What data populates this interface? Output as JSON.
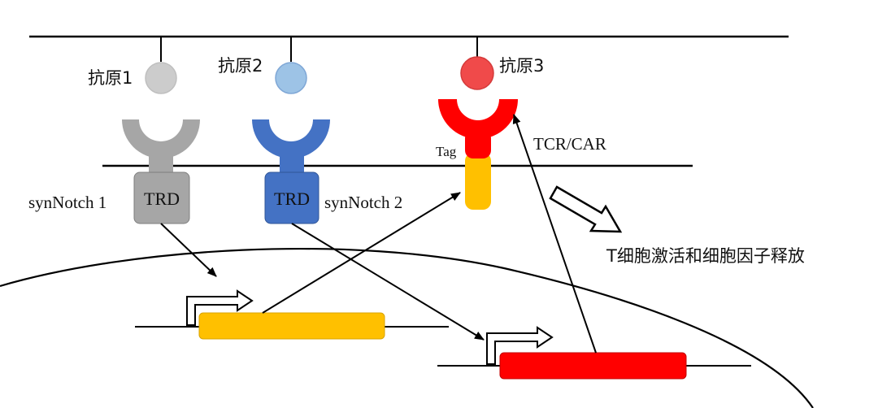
{
  "antigens": [
    {
      "label": "抗原1",
      "color": "#cccccc"
    },
    {
      "label": "抗原2",
      "color": "#9dc3e6"
    },
    {
      "label": "抗原3",
      "color": "#f04a4a"
    }
  ],
  "receptors": {
    "synnotch1": {
      "label": "synNotch 1",
      "domain_label": "TRD",
      "color": "#a6a6a6"
    },
    "synnotch2": {
      "label": "synNotch 2",
      "domain_label": "TRD",
      "color": "#4472c4"
    },
    "tcr_car": {
      "label": "TCR/CAR",
      "tag_label": "Tag",
      "color": "#ff0000",
      "tag_color": "#ffc000"
    }
  },
  "outcome_label": "T细胞激活和细胞因子释放",
  "genes": [
    {
      "color": "#ffc000"
    },
    {
      "color": "#ff0000"
    }
  ]
}
